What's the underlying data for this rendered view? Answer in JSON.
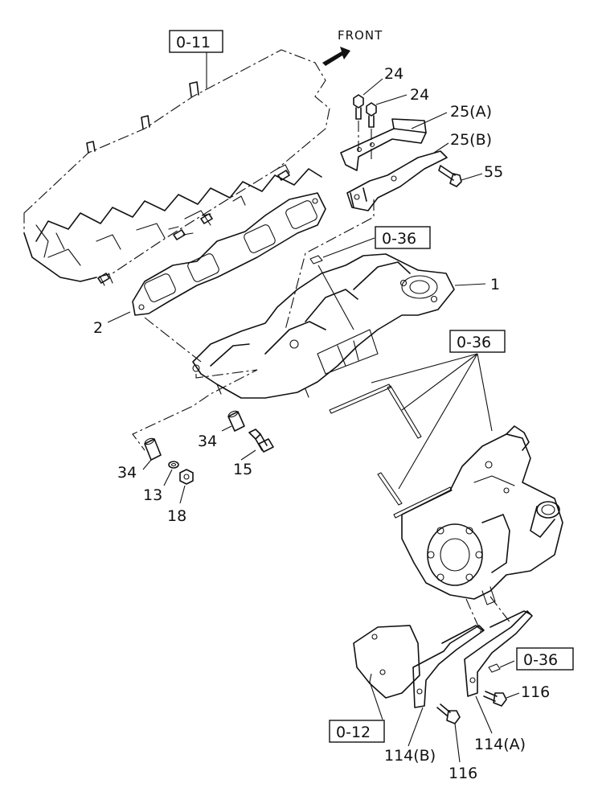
{
  "direction": {
    "label": "FRONT"
  },
  "references": {
    "cyl_head": "0-11",
    "manifold_top": "0-36",
    "turbo": "0-36",
    "bracket_side": "0-36",
    "engine_block": "0-12"
  },
  "callouts": {
    "p1": "1",
    "p2": "2",
    "p13": "13",
    "p15": "15",
    "p18": "18",
    "p24a": "24",
    "p24b": "24",
    "p25a": "25(A)",
    "p25b": "25(B)",
    "p34a": "34",
    "p34b": "34",
    "p55": "55",
    "p114a": "114(A)",
    "p114b": "114(B)",
    "p116a": "116",
    "p116b": "116"
  },
  "icons": {
    "direction": "front-arrow-icon"
  }
}
